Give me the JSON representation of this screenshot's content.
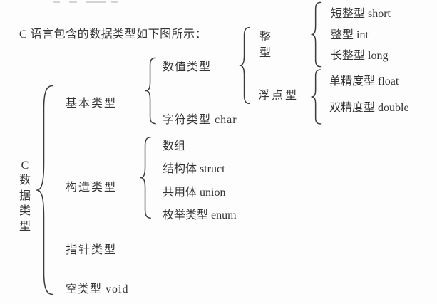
{
  "page": {
    "heading": "C 语言包含的数据类型如下图所示：",
    "background": "#fdfdfd",
    "text_color": "#333333",
    "line_color": "#3a3a3a"
  },
  "tree": {
    "root": {
      "label": "C 数据类型",
      "chars": [
        "C",
        "数",
        "据",
        "类",
        "型"
      ]
    },
    "level1": {
      "basic": "基本类型",
      "construct": "构造类型",
      "pointer": "指针类型",
      "void": "空类型 void"
    },
    "basic_children": {
      "numeric": "数值类型",
      "char": "字符类型 char"
    },
    "numeric_children": {
      "integer": {
        "label": "整型",
        "chars": [
          "整",
          "型"
        ]
      },
      "float": "浮点型"
    },
    "integer_children": [
      "短整型 short",
      "整型 int",
      "长整型 long"
    ],
    "float_children": [
      "单精度型 float",
      "双精度型 double"
    ],
    "construct_children": [
      "数组",
      "结构体 struct",
      "共用体 union",
      "枚举类型 enum"
    ]
  }
}
